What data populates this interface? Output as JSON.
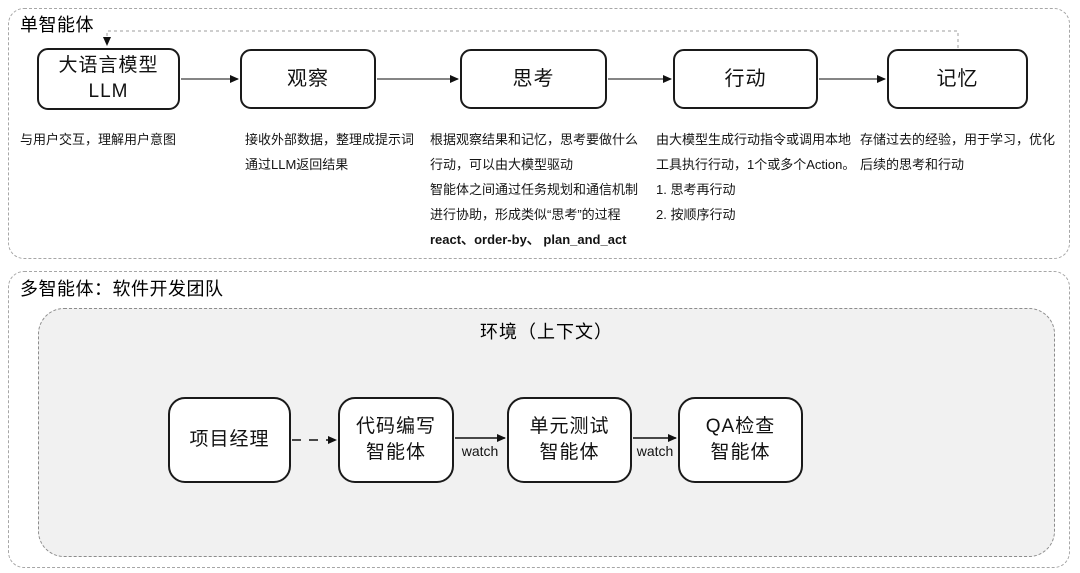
{
  "colors": {
    "box_border": "#1a1a1a",
    "panel_border": "#a6a6a6",
    "env_fill": "#f1f1f1",
    "env_border": "#8c8c8c",
    "connector": "#3c3c3c",
    "feedback_line": "#9e9e9e",
    "text": "#111111"
  },
  "single_agent": {
    "title": "单智能体",
    "boxes": [
      {
        "line1": "大语言模型",
        "line2": "LLM"
      },
      {
        "line1": "观察"
      },
      {
        "line1": "思考"
      },
      {
        "line1": "行动"
      },
      {
        "line1": "记忆"
      }
    ],
    "descriptions": [
      {
        "lines": [
          "与用户交互，理解用户意图"
        ]
      },
      {
        "lines": [
          "接收外部数据，整理成提示词",
          "通过LLM返回结果"
        ]
      },
      {
        "lines": [
          "根据观察结果和记忆，思考要做什么",
          "行动，可以由大模型驱动",
          "智能体之间通过任务规划和通信机制",
          "进行协助，形成类似“思考”的过程"
        ],
        "bold_line": "react、order-by、 plan_and_act"
      },
      {
        "lines": [
          "由大模型生成行动指令或调用本地",
          "工具执行行动，1个或多个Action。",
          "1.  思考再行动",
          "2.  按顺序行动"
        ]
      },
      {
        "lines": [
          "存储过去的经验，用于学习，优化",
          "后续的思考和行动"
        ]
      }
    ]
  },
  "multi_agent": {
    "title": "多智能体：软件开发团队",
    "environment_title": "环境（上下文）",
    "boxes": [
      {
        "line1": "项目经理"
      },
      {
        "line1": "代码编写",
        "line2": "智能体"
      },
      {
        "line1": "单元测试",
        "line2": "智能体"
      },
      {
        "line1": "QA检查",
        "line2": "智能体"
      }
    ],
    "watch_labels": [
      "watch",
      "watch"
    ]
  }
}
